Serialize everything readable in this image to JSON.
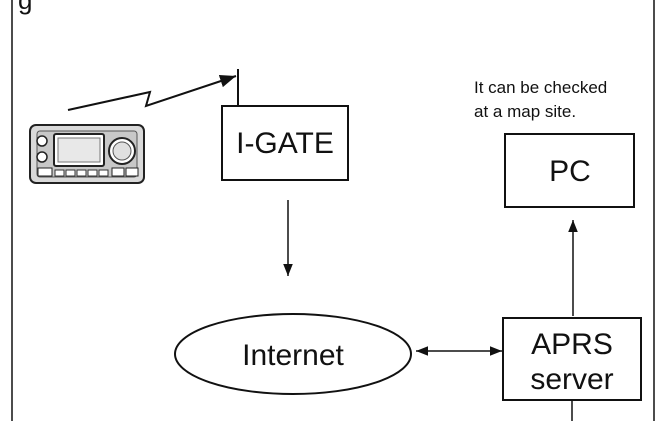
{
  "diagram": {
    "top_fragment": "g",
    "igate_label": "I-GATE",
    "pc_label": "PC",
    "internet_label": "Internet",
    "aprs_label_line1": "APRS",
    "aprs_label_line2": "server",
    "note_line1": "It can be checked",
    "note_line2": "at a map site."
  },
  "icons": {
    "transceiver": "radio-transceiver-icon",
    "antenna": "antenna-icon",
    "radio_link": "radio-link-zigzag-icon"
  }
}
